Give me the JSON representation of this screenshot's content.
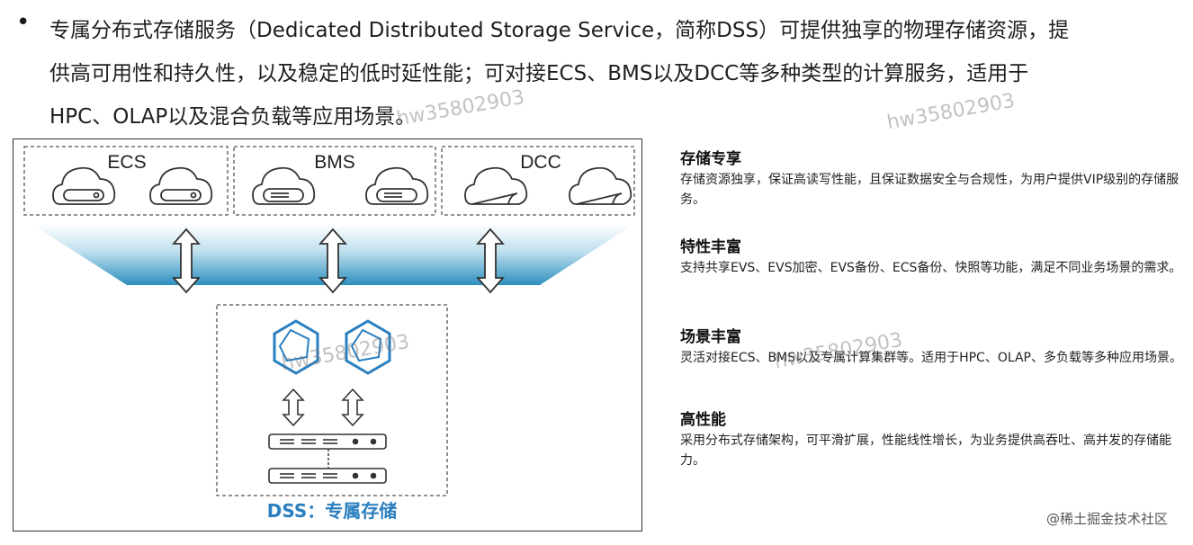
{
  "intro": {
    "bullet": "•",
    "lines": [
      "专属分布式存储服务（Dedicated Distributed Storage Service，简称DSS）可提供独享的物理存储资源，提",
      "供高可用性和持久性，以及稳定的低时延性能；可对接ECS、BMS以及DCC等多种类型的计算服务，适用于",
      "HPC、OLAP以及混合负载等应用场景。"
    ]
  },
  "diagram": {
    "groups": [
      "ECS",
      "BMS",
      "DCC"
    ],
    "bottom_label": "DSS：专属存储",
    "accent": "#2a7fc0"
  },
  "features": [
    {
      "title": "存储专享",
      "desc": "存储资源独享，保证高读写性能，且保证数据安全与合规性，为用户提供VIP级别的存储服务。"
    },
    {
      "title": "特性丰富",
      "desc": "支持共享EVS、EVS加密、EVS备份、ECS备份、快照等功能，满足不同业务场景的需求。"
    },
    {
      "title": "场景丰富",
      "desc": "灵活对接ECS、BMS以及专属计算集群等。适用于HPC、OLAP、多负载等多种应用场景。"
    },
    {
      "title": "高性能",
      "desc": "采用分布式存储架构，可平滑扩展，性能线性增长，为业务提供高吞吐、高并发的存储能力。"
    }
  ],
  "watermark": "hw35802903",
  "credit": "@稀土掘金技术社区"
}
